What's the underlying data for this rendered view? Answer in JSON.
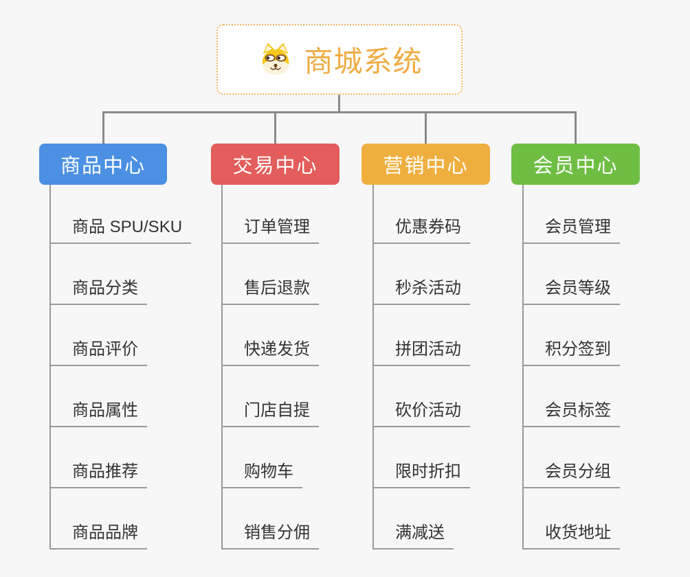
{
  "page": {
    "background_color": "#F7F7F7"
  },
  "root": {
    "title": "商城系统",
    "icon": "shiba-dog-face-icon",
    "text_color": "#EFAC44",
    "border_color": "#F2B45C"
  },
  "lines": {
    "connector_color": "#8A8A8A",
    "branch_line_color": "#999999"
  },
  "branches": [
    {
      "label": "商品中心",
      "color": "#4B90E2",
      "children": [
        "商品 SPU/SKU",
        "商品分类",
        "商品评价",
        "商品属性",
        "商品推荐",
        "商品品牌"
      ]
    },
    {
      "label": "交易中心",
      "color": "#E25D5B",
      "children": [
        "订单管理",
        "售后退款",
        "快递发货",
        "门店自提",
        "购物车",
        "销售分佣"
      ]
    },
    {
      "label": "营销中心",
      "color": "#EFAF3F",
      "children": [
        "优惠券码",
        "秒杀活动",
        "拼团活动",
        "砍价活动",
        "限时折扣",
        "满减送"
      ]
    },
    {
      "label": "会员中心",
      "color": "#6FBE44",
      "children": [
        "会员管理",
        "会员等级",
        "积分签到",
        "会员标签",
        "会员分组",
        "收货地址"
      ]
    }
  ]
}
